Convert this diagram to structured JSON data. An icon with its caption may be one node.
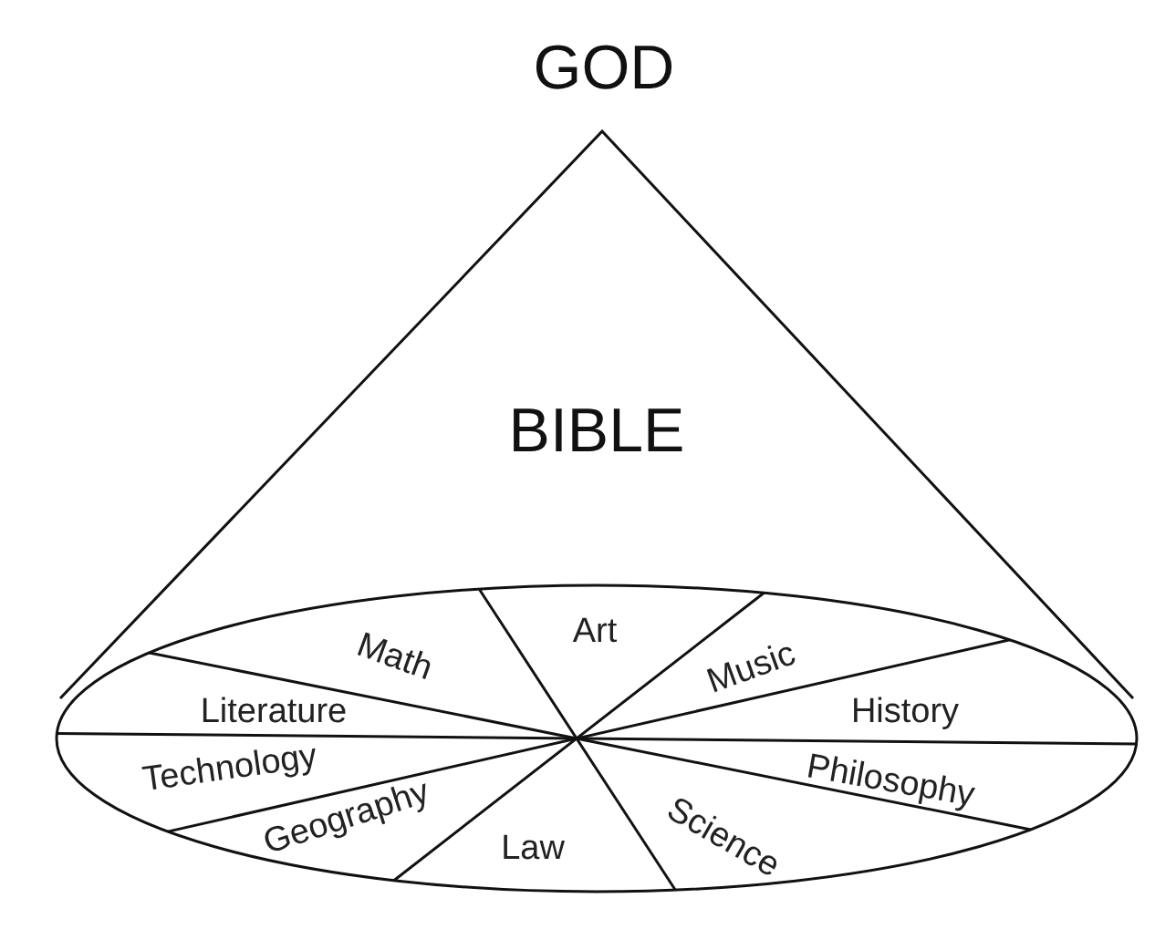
{
  "diagram": {
    "nodes": [
      {
        "text": [
          "GOD"
        ]
      },
      {
        "text": [
          "BIBLE"
        ]
      },
      {
        "text": [],
        "shape": "ellipse"
      },
      {
        "text": [
          "Math"
        ]
      },
      {
        "text": [
          "Art"
        ]
      },
      {
        "text": [
          "Music"
        ]
      },
      {
        "text": [
          "Literature"
        ],
        "in": 2
      },
      {
        "text": [
          "History"
        ],
        "in": 2
      },
      {
        "text": [
          "Technology"
        ],
        "in": 2
      },
      {
        "text": [
          "Philosophy"
        ],
        "in": 2
      },
      {
        "text": [
          "Geography"
        ],
        "in": 2
      },
      {
        "text": [
          "Science"
        ],
        "in": 2
      },
      {
        "text": [
          "Law"
        ],
        "in": 2
      }
    ],
    "edges": []
  }
}
